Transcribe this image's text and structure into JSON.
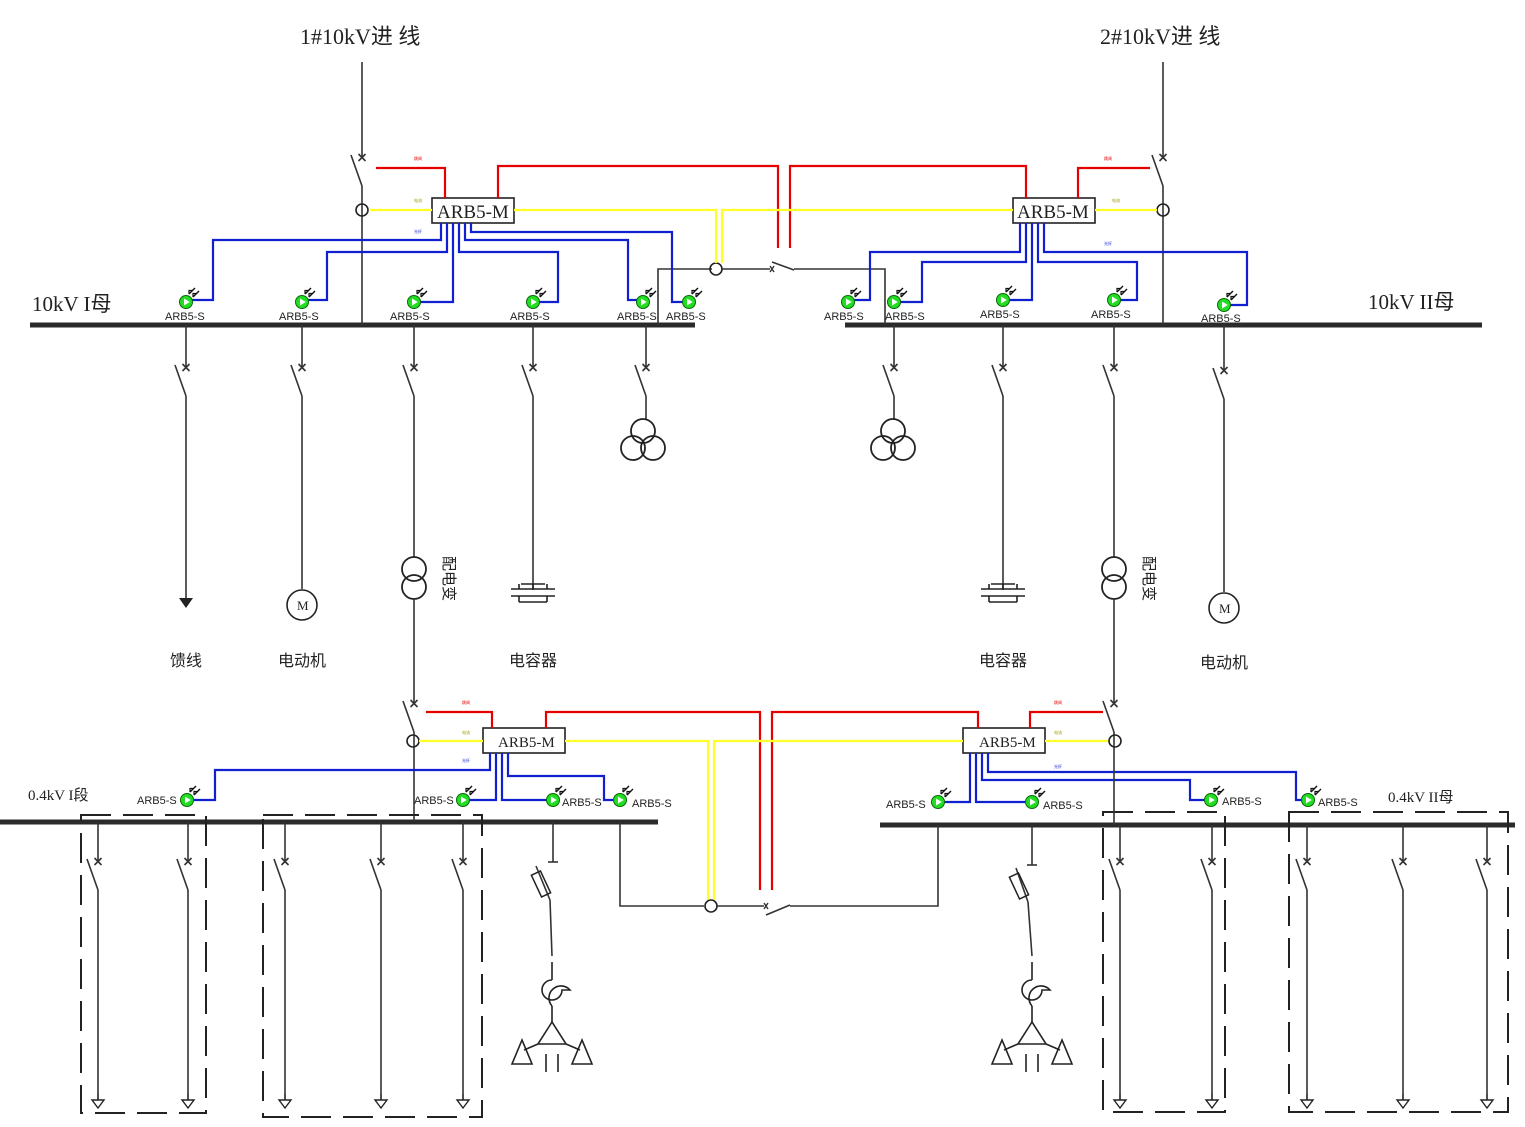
{
  "incoming": {
    "line1": "1#10kV进 线",
    "line2": "2#10kV进 线"
  },
  "buses": {
    "bus1": "10kV I母",
    "bus2": "10kV II母",
    "lv1": "0.4kV I段",
    "lv2": "0.4kV II母"
  },
  "devices": {
    "master": "ARB5-M",
    "slave": "ARB5-S"
  },
  "loads": {
    "feeder": "馈线",
    "motor": "电动机",
    "capacitor": "电容器",
    "transformer": "配电变",
    "motor_symbol": "M"
  },
  "wires": {
    "trip": "跳闸",
    "ct": "电流",
    "fiber": "光纤"
  },
  "colors": {
    "trip_line": "#e60000",
    "ct_line": "#ffff2a",
    "fiber_line": "#1020d0",
    "sensor": "#22dd22"
  }
}
